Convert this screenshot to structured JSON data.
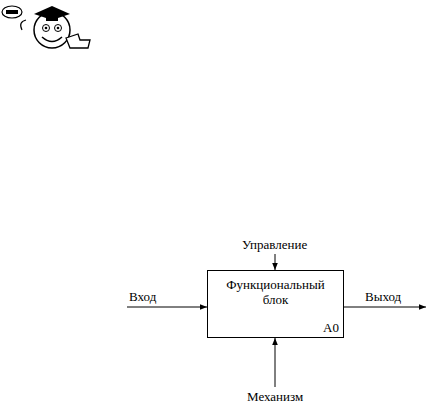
{
  "diagram": {
    "nodes": [
      {
        "text": [
          "Функциональный блок",
          "A0"
        ]
      }
    ],
    "labels": [
      "Управление",
      "Вход",
      "Выход",
      "Механизм"
    ]
  }
}
